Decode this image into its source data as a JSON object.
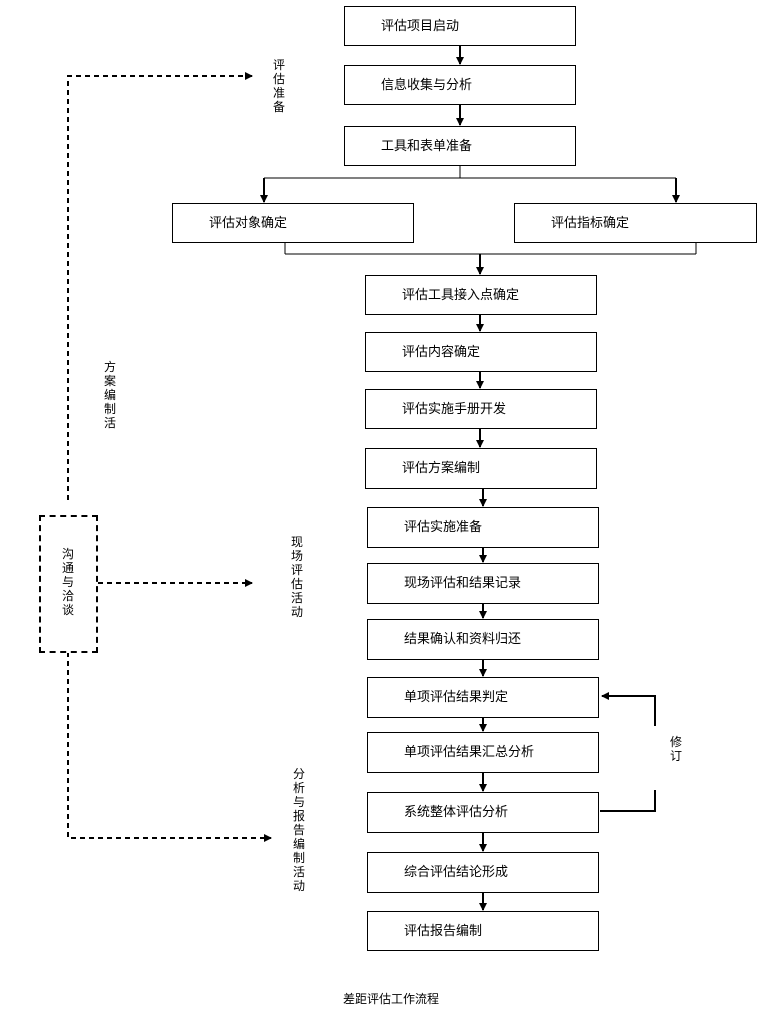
{
  "steps": {
    "s1": "评估项目启动",
    "s2": "信息收集与分析",
    "s3": "工具和表单准备",
    "s4a": "评估对象确定",
    "s4b": "评估指标确定",
    "s5": "评估工具接入点确定",
    "s6": "评估内容确定",
    "s7": "评估实施手册开发",
    "s8": "评估方案编制",
    "s9": "评估实施准备",
    "s10": "现场评估和结果记录",
    "s11": "结果确认和资料归还",
    "s12": "单项评估结果判定",
    "s13": "单项评估结果汇总分析",
    "s14": "系统整体评估分析",
    "s15": "综合评估结论形成",
    "s16": "评估报告编制"
  },
  "side_labels": {
    "prep": "评估准备",
    "plan": "方案编制活",
    "onsite": "现场评估活动",
    "analysis": "分析与报告编制活动",
    "comm": "沟通与洽谈",
    "revise": "修订"
  },
  "caption": "差距评估工作流程"
}
